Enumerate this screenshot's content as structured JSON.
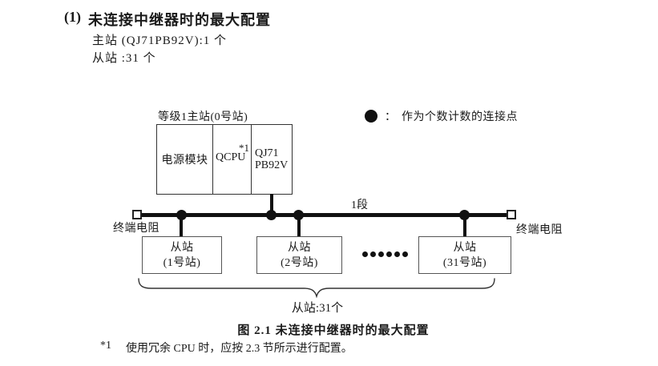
{
  "heading": {
    "number": "(1)",
    "title": "未连接中继器时的最大配置"
  },
  "intro": {
    "master_line": "主站 (QJ71PB92V):1 个",
    "slave_line": "从站 :31 个"
  },
  "legend": {
    "colon": "：",
    "label": "作为个数计数的连接点"
  },
  "diagram": {
    "master": {
      "label": "等级1主站(0号站)",
      "cells": {
        "power": "电源模块",
        "cpu": "QCPU",
        "cpu_note": "*1",
        "pb_line1": "QJ71",
        "pb_line2": "PB92V"
      }
    },
    "segment_label": "1段",
    "terminator_left": "终端电阻",
    "terminator_right": "终端电阻",
    "slaves": [
      {
        "line1": "从站",
        "line2": "(1号站)"
      },
      {
        "line1": "从站",
        "line2": "(2号站)"
      },
      {
        "line1": "从站",
        "line2": "(31号站)"
      }
    ],
    "brace_label": "从站:31个"
  },
  "caption": "图 2.1 未连接中继器时的最大配置",
  "footnote": {
    "marker": "*1",
    "text": "使用冗余 CPU 时，应按 2.3 节所示进行配置。"
  },
  "colors": {
    "ink": "#111111",
    "box_border": "#333333",
    "slave_border": "#555555",
    "background": "#ffffff"
  }
}
